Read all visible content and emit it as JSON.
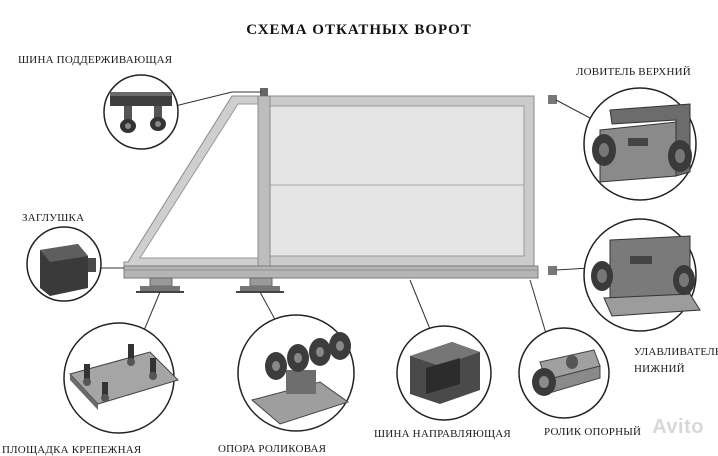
{
  "title": "СХЕМА ОТКАТНЫХ ВОРОТ",
  "labels": {
    "support_rail": "ШИНА ПОДДЕРЖИВАЮЩАЯ",
    "end_cap": "ЗАГЛУШКА",
    "upper_catcher": "ЛОВИТЕЛЬ ВЕРХНИЙ",
    "lower_catcher_1": "УЛАВЛИВАТЕЛЬ",
    "lower_catcher_2": "НИЖНИЙ",
    "roller_support": "ОПОРА РОЛИКОВАЯ",
    "guide_rail": "ШИНА НАПРАВЛЯЮЩАЯ",
    "support_roller": "РОЛИК ОПОРНЫЙ",
    "mount_plate": "ПЛОЩАДКА КРЕПЕЖНАЯ"
  },
  "watermark": "Avito",
  "colors": {
    "frame": "#c9c9c9",
    "panel": "#e2e2e2",
    "metal_dark": "#4a4a4a",
    "metal_light": "#9a9a9a",
    "line": "#333333"
  }
}
